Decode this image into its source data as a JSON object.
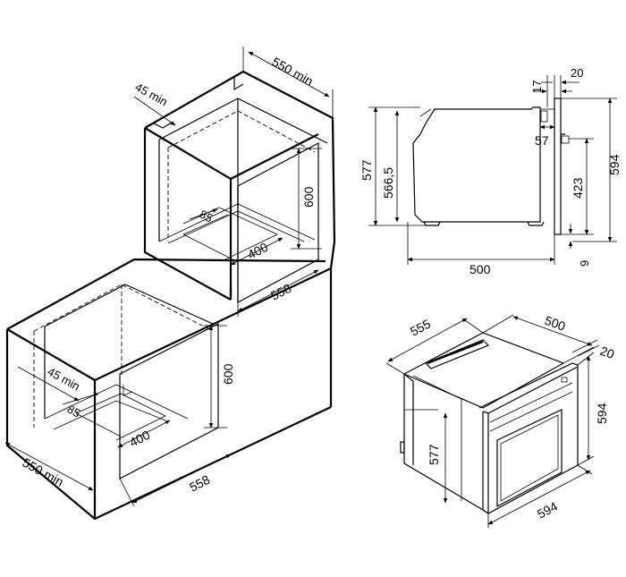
{
  "dims": {
    "tall_width_min": "550 min",
    "tall_gap_min": "45 min",
    "tall_height": "600",
    "tall_depth_offset": "85",
    "tall_vent_width": "400",
    "tall_opening_width": "558",
    "under_gap_min": "45 min",
    "under_height": "600",
    "under_depth_offset": "85",
    "under_vent_width": "400",
    "under_opening_width": "558",
    "under_width_min": "550 min",
    "side_total_height": "577",
    "side_body_height": "566,5",
    "side_depth": "500",
    "side_front_17": "17",
    "side_front_20": "20",
    "side_front_57": "57",
    "side_front_423": "423",
    "side_front_9": "9",
    "side_front_height": "594",
    "iso_depth": "555",
    "iso_body_depth": "500",
    "iso_front_thickness": "20",
    "iso_front_height": "594",
    "iso_body_height": "577",
    "iso_front_width": "594"
  }
}
